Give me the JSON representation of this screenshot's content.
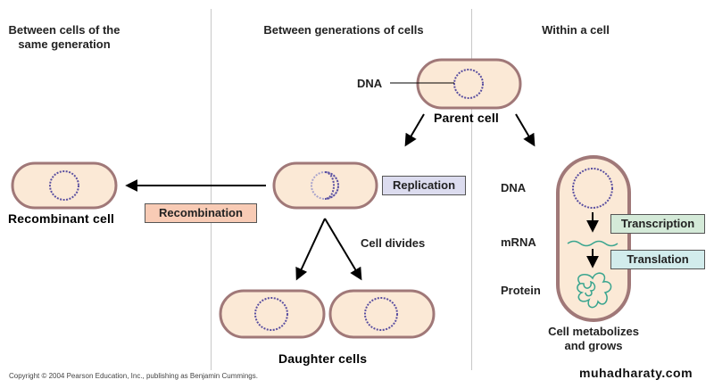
{
  "headings": {
    "left": "Between cells of the same generation",
    "middle": "Between generations of cells",
    "right": "Within a cell"
  },
  "labels": {
    "dna_parent": "DNA",
    "parent_cell": "Parent cell",
    "recombinant_cell": "Recombinant cell",
    "recombination": "Recombination",
    "replication": "Replication",
    "cell_divides": "Cell divides",
    "daughter_cells": "Daughter cells",
    "dna_right": "DNA",
    "mrna": "mRNA",
    "protein": "Protein",
    "transcription": "Transcription",
    "translation": "Translation",
    "cell_metabolizes": "Cell metabolizes and grows"
  },
  "footer": {
    "copyright": "Copyright © 2004 Pearson Education, Inc., publishing as Benjamin Cummings.",
    "watermark": "muhadharaty.com"
  },
  "colors": {
    "cell_fill": "#fbe9d6",
    "cell_border": "#a07878",
    "dna": "#5a4fa0",
    "rna": "#3aa58f",
    "recombination_box": "#f8cbb5",
    "replication_box": "#dcdcef",
    "transcription_box": "#d4ead8",
    "translation_box": "#d2ecec"
  }
}
